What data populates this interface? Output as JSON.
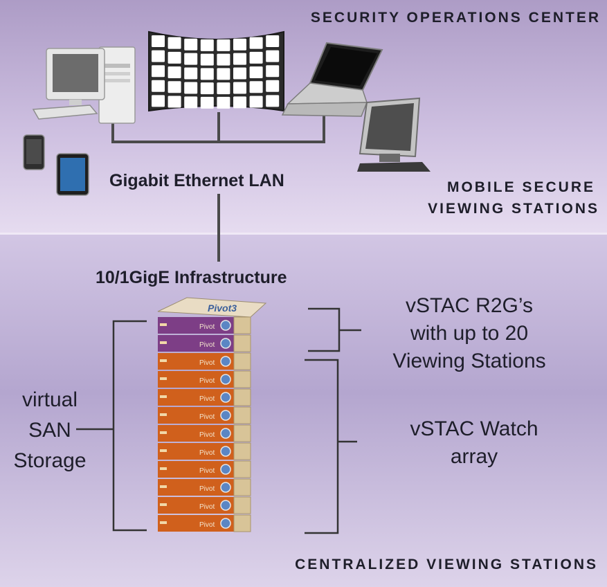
{
  "labels": {
    "soc": "SECURITY OPERATIONS CENTER",
    "mobile_line1": "MOBILE SECURE",
    "mobile_line2": "VIEWING STATIONS",
    "lan": "Gigabit Ethernet LAN",
    "infra": "10/1GigE Infrastructure",
    "r2g_line1": "vSTAC R2G’s",
    "r2g_line2": "with up to 20",
    "r2g_line3": "Viewing Stations",
    "watch_line1": "vSTAC Watch",
    "watch_line2": "array",
    "san_line1": "virtual",
    "san_line2": "SAN",
    "san_line3": "Storage",
    "centralized": "CENTRALIZED VIEWING STATIONS"
  },
  "server_stack": {
    "brand": "Pivot3",
    "unit_label": "Pivot",
    "purple_units": 2,
    "orange_units": 10
  },
  "colors": {
    "purple_unit": "#7d3e86",
    "orange_unit": "#d0601c",
    "bezel": "#d8c498",
    "line": "#4a4a4a"
  },
  "icons": [
    "desktop-computer-icon",
    "video-wall-icon",
    "laptop-icon",
    "monitor-icon",
    "smartphone-icon",
    "tablet-icon",
    "server-stack-icon"
  ]
}
